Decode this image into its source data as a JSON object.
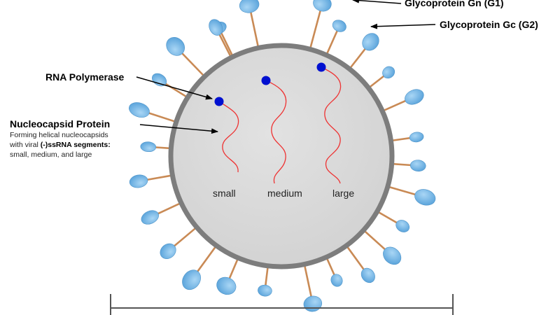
{
  "labels": {
    "gn": "Glycoprotein Gn (G1)",
    "gc": "Glycoprotein Gc (G2)",
    "polymerase": "RNA Polymerase",
    "nucleocapsid": "Nucleocapsid Protein",
    "desc_line1": "Forming helical nucleocapsids",
    "desc_line2_pre": "with viral ",
    "desc_line2_bold": "(-)ssRNA segments:",
    "desc_line3": "small, medium, and large"
  },
  "segments": [
    {
      "label": "small"
    },
    {
      "label": "medium"
    },
    {
      "label": "large"
    }
  ],
  "colors": {
    "membrane": "#7d7d7d",
    "interior": "#d9d9d9",
    "spike_stem": "#c98a55",
    "spike_head": "#6aaee0",
    "rna": "#ee3333",
    "polymerase": "#0010d0",
    "arrow": "#000000"
  }
}
